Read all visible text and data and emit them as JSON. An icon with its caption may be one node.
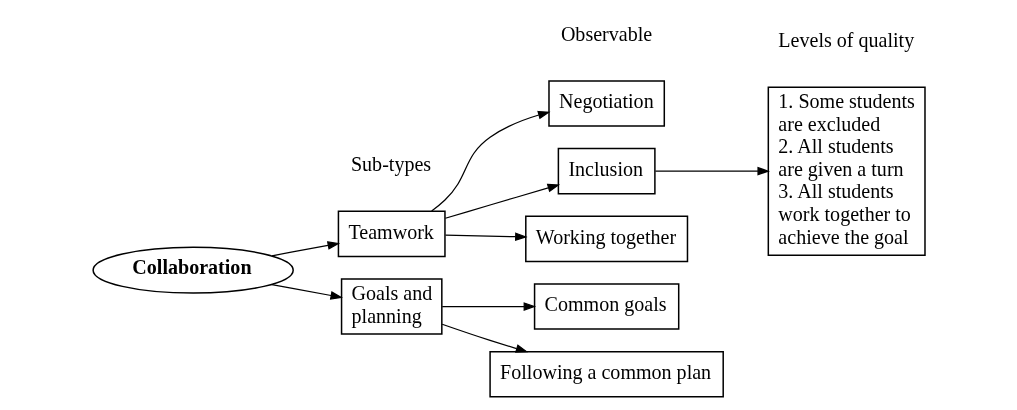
{
  "diagram": {
    "nodes": [
      {
        "text": [
          "Collaboration"
        ]
      },
      {
        "text": [
          "Teamwork"
        ]
      },
      {
        "text": [
          "Goals and planning"
        ]
      },
      {
        "text": [
          "Negotiation"
        ]
      },
      {
        "text": [
          "Inclusion"
        ]
      },
      {
        "text": [
          "Working together"
        ]
      },
      {
        "text": [
          "1. Some students are excluded",
          "2. All students are given a turn",
          "3. All students work together to achieve the goal"
        ]
      },
      {
        "text": [
          "Common goals"
        ]
      },
      {
        "text": [
          "Following a common plan"
        ]
      }
    ],
    "edges": [
      {
        "from": 0,
        "to": 1,
        "arrow": "to"
      },
      {
        "from": 0,
        "to": 2,
        "arrow": "to"
      },
      {
        "from": 1,
        "to": 3,
        "arrow": "to"
      },
      {
        "from": 1,
        "to": 4,
        "arrow": "to"
      },
      {
        "from": 1,
        "to": 5,
        "arrow": "to"
      },
      {
        "from": 4,
        "to": 6,
        "arrow": "to"
      },
      {
        "from": 2,
        "to": 7,
        "arrow": "to"
      },
      {
        "from": 2,
        "to": 8,
        "arrow": "to"
      }
    ],
    "labels": [
      "Observable",
      "Levels of quality",
      "Sub-types"
    ]
  }
}
